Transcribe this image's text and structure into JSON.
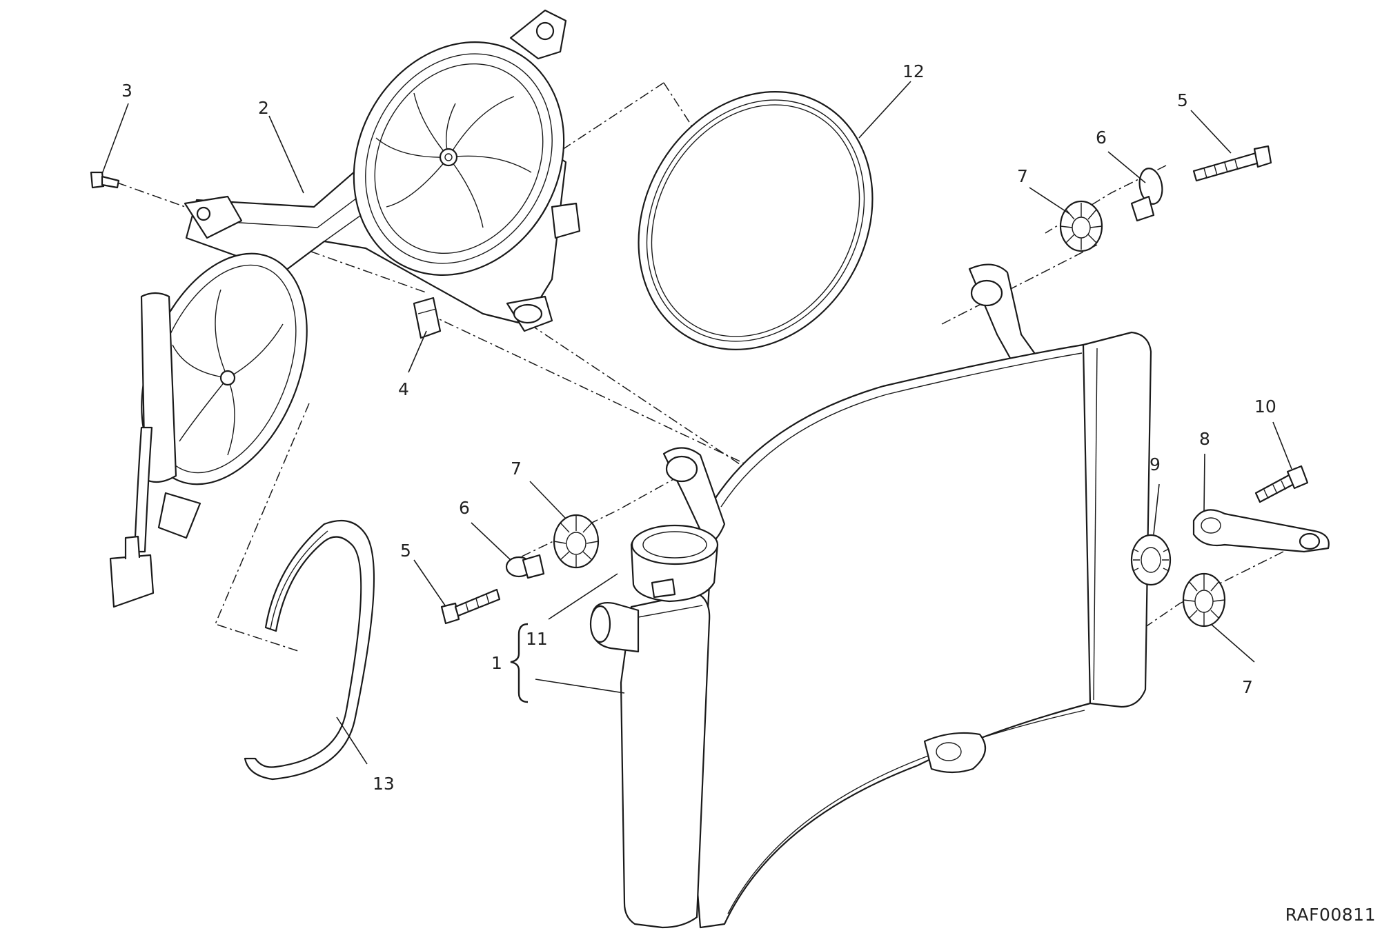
{
  "drawing_code": "RAF00811",
  "callouts": [
    "1",
    "2",
    "3",
    "4",
    "5",
    "5",
    "6",
    "6",
    "7",
    "7",
    "7",
    "8",
    "9",
    "10",
    "11",
    "12",
    "13"
  ]
}
